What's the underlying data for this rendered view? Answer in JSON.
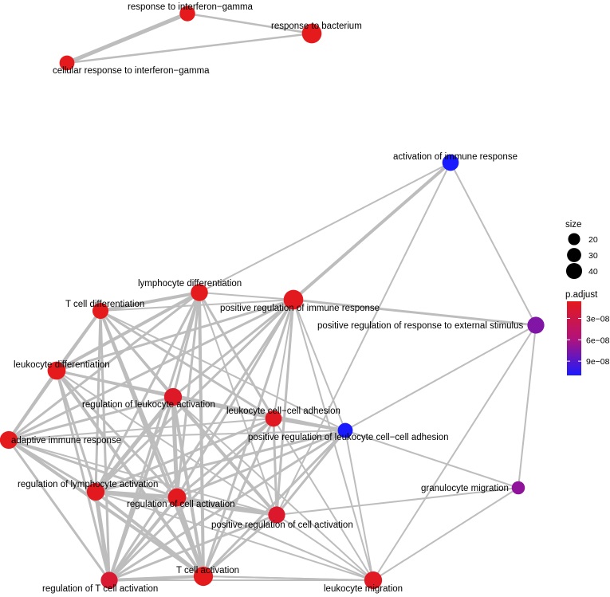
{
  "nodes": [
    {
      "id": "ifng",
      "label": "response to interferon−gamma",
      "size": 18,
      "p_adjust": 6e-09
    },
    {
      "id": "bact",
      "label": "response to bacterium",
      "size": 38,
      "p_adjust": 6e-09
    },
    {
      "id": "cifng",
      "label": "cellular response to interferon−gamma",
      "size": 16,
      "p_adjust": 6e-09
    },
    {
      "id": "actimm",
      "label": "activation of immune response",
      "size": 22,
      "p_adjust": 1.1e-07
    },
    {
      "id": "lymdiff",
      "label": "lymphocyte differentiation",
      "size": 25,
      "p_adjust": 6e-09
    },
    {
      "id": "tdiff",
      "label": "T cell differentiation",
      "size": 20,
      "p_adjust": 6e-09
    },
    {
      "id": "posimm",
      "label": "positive regulation of immune response",
      "size": 38,
      "p_adjust": 8e-09
    },
    {
      "id": "posext",
      "label": "positive regulation of response to external stimulus",
      "size": 24,
      "p_adjust": 7.5e-08
    },
    {
      "id": "leudiff",
      "label": "leukocyte differentiation",
      "size": 30,
      "p_adjust": 6e-09
    },
    {
      "id": "regleu",
      "label": "regulation of leukocyte activation",
      "size": 28,
      "p_adjust": 1.2e-08
    },
    {
      "id": "leuadh",
      "label": "leukocyte cell−cell adhesion",
      "size": 22,
      "p_adjust": 1e-08
    },
    {
      "id": "posleuadh",
      "label": "positive regulation of leukocyte cell−cell adhesion",
      "size": 16,
      "p_adjust": 1.1e-07
    },
    {
      "id": "adapt",
      "label": "adaptive immune response",
      "size": 28,
      "p_adjust": 6e-09
    },
    {
      "id": "reglym",
      "label": "regulation of lymphocyte activation",
      "size": 28,
      "p_adjust": 8e-09
    },
    {
      "id": "regcell",
      "label": "regulation of cell activation",
      "size": 30,
      "p_adjust": 8e-09
    },
    {
      "id": "granmig",
      "label": "granulocyte migration",
      "size": 10,
      "p_adjust": 7e-08
    },
    {
      "id": "poscell",
      "label": "positive regulation of cell activation",
      "size": 24,
      "p_adjust": 1.5e-08
    },
    {
      "id": "regt",
      "label": "regulation of T cell activation",
      "size": 24,
      "p_adjust": 1.8e-08
    },
    {
      "id": "tact",
      "label": "T cell activation",
      "size": 36,
      "p_adjust": 6e-09
    },
    {
      "id": "leumig",
      "label": "leukocyte migration",
      "size": 28,
      "p_adjust": 1e-08
    }
  ],
  "edges": [
    [
      "ifng",
      "cifng",
      5
    ],
    [
      "ifng",
      "bact",
      2.5
    ],
    [
      "cifng",
      "bact",
      2.5
    ],
    [
      "actimm",
      "lymdiff",
      2
    ],
    [
      "actimm",
      "posimm",
      4
    ],
    [
      "actimm",
      "posext",
      2
    ],
    [
      "actimm",
      "poscell",
      2
    ],
    [
      "posimm",
      "posext",
      3
    ],
    [
      "posext",
      "granmig",
      2
    ],
    [
      "posext",
      "leumig",
      2
    ],
    [
      "posext",
      "posleuadh",
      2
    ],
    [
      "posleuadh",
      "granmig",
      2
    ],
    [
      "granmig",
      "poscell",
      2
    ],
    [
      "granmig",
      "leumig",
      2
    ],
    [
      "posleuadh",
      "leumig",
      2
    ],
    [
      "posleuadh",
      "poscell",
      3
    ],
    [
      "posleuadh",
      "regcell",
      3
    ],
    [
      "posleuadh",
      "reglym",
      3
    ],
    [
      "posleuadh",
      "tact",
      3
    ],
    [
      "posleuadh",
      "regt",
      3
    ],
    [
      "posleuadh",
      "adapt",
      2
    ],
    [
      "posleuadh",
      "regleu",
      3
    ],
    [
      "posleuadh",
      "leuadh",
      4
    ],
    [
      "posleuadh",
      "posimm",
      2
    ],
    [
      "posleuadh",
      "tdiff",
      2
    ],
    [
      "leumig",
      "leuadh",
      2
    ],
    [
      "leumig",
      "regcell",
      2
    ],
    [
      "leumig",
      "tact",
      2
    ],
    [
      "leumig",
      "regt",
      2
    ],
    [
      "leumig",
      "poscell",
      2
    ],
    [
      "leumig",
      "reglym",
      2
    ],
    [
      "lymdiff",
      "tdiff",
      4
    ],
    [
      "lymdiff",
      "posimm",
      2
    ],
    [
      "lymdiff",
      "leudiff",
      4
    ],
    [
      "lymdiff",
      "regleu",
      3
    ],
    [
      "lymdiff",
      "leuadh",
      3
    ],
    [
      "lymdiff",
      "adapt",
      3
    ],
    [
      "lymdiff",
      "reglym",
      3
    ],
    [
      "lymdiff",
      "regcell",
      3
    ],
    [
      "lymdiff",
      "poscell",
      2
    ],
    [
      "lymdiff",
      "regt",
      3
    ],
    [
      "lymdiff",
      "tact",
      4
    ],
    [
      "tdiff",
      "leudiff",
      4
    ],
    [
      "tdiff",
      "regleu",
      3
    ],
    [
      "tdiff",
      "leuadh",
      3
    ],
    [
      "tdiff",
      "adapt",
      3
    ],
    [
      "tdiff",
      "reglym",
      3
    ],
    [
      "tdiff",
      "regcell",
      3
    ],
    [
      "tdiff",
      "poscell",
      2
    ],
    [
      "tdiff",
      "regt",
      3
    ],
    [
      "tdiff",
      "tact",
      4
    ],
    [
      "tdiff",
      "posimm",
      2
    ],
    [
      "posimm",
      "leudiff",
      3
    ],
    [
      "posimm",
      "regleu",
      3
    ],
    [
      "posimm",
      "leuadh",
      2
    ],
    [
      "posimm",
      "adapt",
      3
    ],
    [
      "posimm",
      "reglym",
      3
    ],
    [
      "posimm",
      "regcell",
      3
    ],
    [
      "posimm",
      "poscell",
      3
    ],
    [
      "posimm",
      "regt",
      3
    ],
    [
      "posimm",
      "tact",
      3
    ],
    [
      "posimm",
      "leumig",
      2
    ],
    [
      "leudiff",
      "regleu",
      3
    ],
    [
      "leudiff",
      "leuadh",
      3
    ],
    [
      "leudiff",
      "adapt",
      4
    ],
    [
      "leudiff",
      "reglym",
      3
    ],
    [
      "leudiff",
      "regcell",
      3
    ],
    [
      "leudiff",
      "poscell",
      2
    ],
    [
      "leudiff",
      "regt",
      3
    ],
    [
      "leudiff",
      "tact",
      4
    ],
    [
      "leudiff",
      "posleuadh",
      2
    ],
    [
      "regleu",
      "leuadh",
      3
    ],
    [
      "regleu",
      "adapt",
      3
    ],
    [
      "regleu",
      "reglym",
      5
    ],
    [
      "regleu",
      "regcell",
      5
    ],
    [
      "regleu",
      "poscell",
      4
    ],
    [
      "regleu",
      "regt",
      4
    ],
    [
      "regleu",
      "tact",
      4
    ],
    [
      "regleu",
      "leumig",
      2
    ],
    [
      "leuadh",
      "adapt",
      2
    ],
    [
      "leuadh",
      "reglym",
      3
    ],
    [
      "leuadh",
      "regcell",
      3
    ],
    [
      "leuadh",
      "poscell",
      3
    ],
    [
      "leuadh",
      "regt",
      3
    ],
    [
      "leuadh",
      "tact",
      3
    ],
    [
      "adapt",
      "reglym",
      3
    ],
    [
      "adapt",
      "regcell",
      3
    ],
    [
      "adapt",
      "poscell",
      2
    ],
    [
      "adapt",
      "regt",
      3
    ],
    [
      "adapt",
      "tact",
      4
    ],
    [
      "reglym",
      "regcell",
      5
    ],
    [
      "reglym",
      "poscell",
      4
    ],
    [
      "reglym",
      "regt",
      5
    ],
    [
      "reglym",
      "tact",
      4
    ],
    [
      "regcell",
      "poscell",
      5
    ],
    [
      "regcell",
      "regt",
      4
    ],
    [
      "regcell",
      "tact",
      4
    ],
    [
      "regcell",
      "leumig",
      2
    ],
    [
      "poscell",
      "regt",
      3
    ],
    [
      "poscell",
      "tact",
      3
    ],
    [
      "regt",
      "tact",
      4
    ],
    [
      "tact",
      "leumig",
      2
    ]
  ],
  "legend": {
    "size_title": "size",
    "size_items": [
      {
        "label": "20",
        "value": 20
      },
      {
        "label": "30",
        "value": 30
      },
      {
        "label": "40",
        "value": 40
      }
    ],
    "color_title": "p.adjust",
    "color_ticks": [
      {
        "label": "3e−08",
        "value": 3e-08
      },
      {
        "label": "6e−08",
        "value": 6e-08
      },
      {
        "label": "9e−08",
        "value": 9e-08
      }
    ],
    "color_range": [
      6e-09,
      1.1e-07
    ],
    "color_low": "#e41a1c",
    "color_high": "#1a1aff"
  }
}
